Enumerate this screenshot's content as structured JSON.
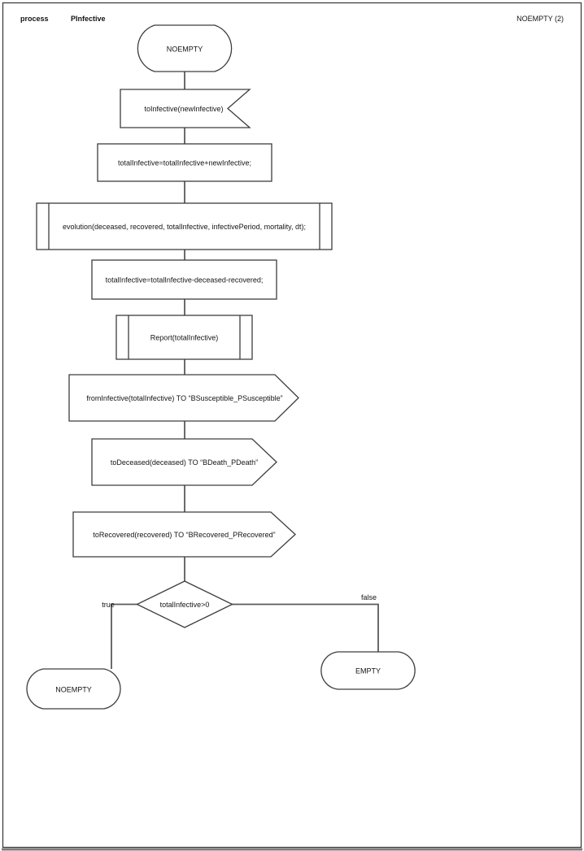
{
  "header": {
    "kind_label": "process",
    "process_name": "PInfective",
    "page_label": "NOEMPTY (2)"
  },
  "diagram": {
    "start_state": {
      "label": "NOEMPTY"
    },
    "input_signal": {
      "label": "toInfective(newInfective)"
    },
    "task_add": {
      "label": "totalInfective=totalInfective+newInfective;"
    },
    "procedure_evolution": {
      "label": "evolution(deceased, recovered, totalInfective, infectivePeriod, mortality, dt);"
    },
    "task_subtract": {
      "label": "totalInfective=totalInfective-deceased-recovered;"
    },
    "procedure_report": {
      "label": "Report(totalInfective)"
    },
    "output_from_infective": {
      "label": "fromInfective(totalInfective) TO “BSusceptible_PSusceptible”"
    },
    "output_to_deceased": {
      "label": "toDeceased(deceased) TO “BDeath_PDeath”"
    },
    "output_to_recovered": {
      "label": "toRecovered(recovered) TO “BRecovered_PRecovered”"
    },
    "decision": {
      "label": "totalInfective>0",
      "true_label": "true",
      "false_label": "false"
    },
    "true_state": {
      "label": "NOEMPTY"
    },
    "false_state": {
      "label": "EMPTY"
    }
  },
  "colors": {
    "shape_stroke": "#3d3d3d",
    "connector": "#5b5b5b",
    "text": "#141414",
    "background": "#ffffff"
  }
}
